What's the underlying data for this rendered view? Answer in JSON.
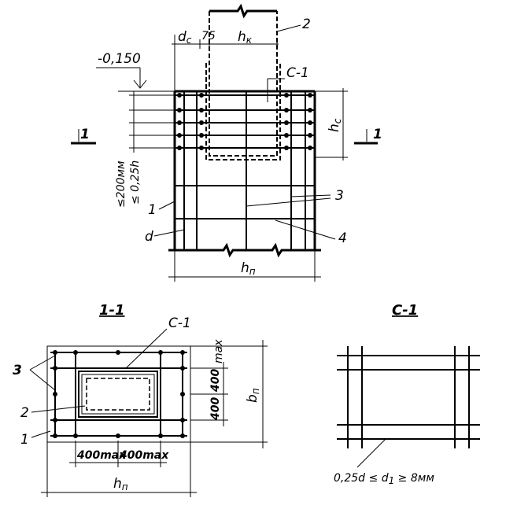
{
  "elevation": {
    "level_mark": "-0,150",
    "dim_dc": "d",
    "dim_dc_sub": "c",
    "dim_75": "75",
    "dim_hk": "h",
    "dim_hk_sub": "к",
    "dim_hc": "h",
    "dim_hc_sub": "с",
    "dim_hn": "h",
    "dim_hn_sub": "п",
    "label_d": "d",
    "spacing_note_1": "≤200мм",
    "spacing_note_2": "≤ 0,25h",
    "callout_1": "1",
    "callout_2": "2",
    "callout_3": "3",
    "callout_4": "4",
    "callout_c1": "С-1",
    "section_left": "1",
    "section_right": "1"
  },
  "section_1_1": {
    "title": "1-1",
    "callout_c1": "С-1",
    "callout_1": "1",
    "callout_2": "2",
    "callout_3": "3",
    "dim_400max_a": "400max",
    "dim_400max_b": "400max",
    "dim_400_v1": "400",
    "dim_400_v2": "400",
    "dim_max": "max",
    "dim_bn": "b",
    "dim_bn_sub": "п",
    "dim_hn": "h",
    "dim_hn_sub": "п"
  },
  "mesh_c1": {
    "title": "С-1",
    "note": "0,25d ≤ d",
    "note_sub": "1",
    "note_tail": " ≥ 8мм"
  }
}
